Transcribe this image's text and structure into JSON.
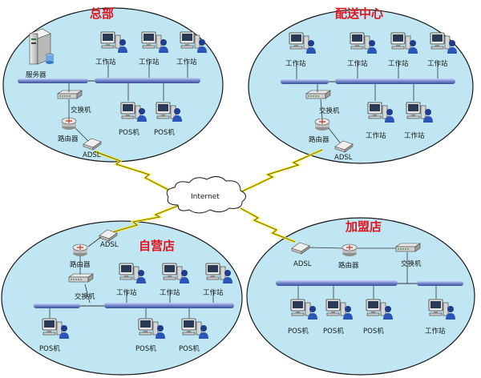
{
  "zones": {
    "hq": {
      "title": "总部"
    },
    "dc": {
      "title": "配送中心"
    },
    "own": {
      "title": "自营店"
    },
    "fr": {
      "title": "加盟店"
    }
  },
  "labels": {
    "server": "服务器",
    "workstation": "工作站",
    "workstation_alt": "工作站",
    "switch": "交换机",
    "router": "路由器",
    "adsl": "ADSL",
    "pos": "POS机",
    "internet": "Internet"
  },
  "colors": {
    "zone_fill": "#bfe6f2",
    "zone_stroke": "#1a1a1a",
    "title": "#e0141e",
    "bus": "#6a7fc8",
    "lightning": "#f5e61e",
    "cloud": "#ffffff"
  }
}
